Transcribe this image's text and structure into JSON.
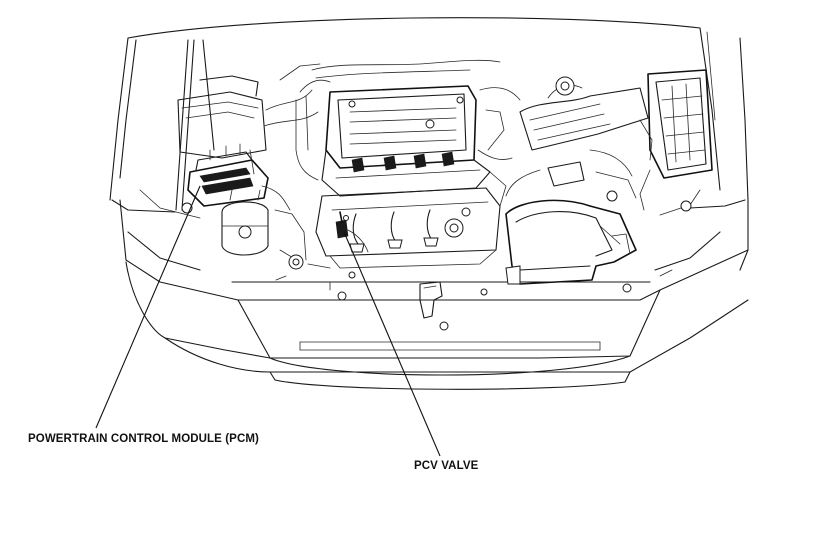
{
  "callouts": {
    "pcm": "POWERTRAIN CONTROL MODULE (PCM)",
    "pcv": "PCV VALVE"
  },
  "components": [
    {
      "name": "powertrain-control-module",
      "label_key": "pcm"
    },
    {
      "name": "pcv-valve",
      "label_key": "pcv"
    }
  ]
}
